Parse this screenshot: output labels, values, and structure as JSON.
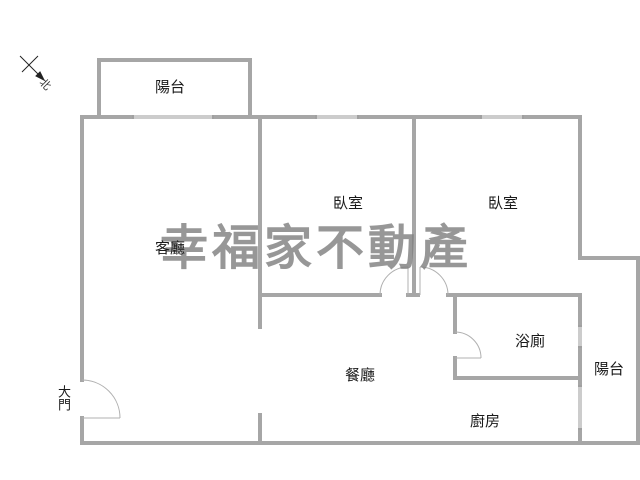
{
  "floorplan": {
    "compass": {
      "label": "北",
      "icon": "north-arrow-icon"
    },
    "watermark": "幸福家不動產",
    "rooms": {
      "balcony_top": "陽台",
      "living_room": "客廳",
      "bedroom_1": "臥室",
      "bedroom_2": "臥室",
      "dining_room": "餐廳",
      "bathroom": "浴廁",
      "balcony_right": "陽台",
      "kitchen": "廚房",
      "main_door": "大門"
    },
    "colors": {
      "wall": "#a6a6a6",
      "door_arc": "#b0b0b0",
      "watermark": "#808080"
    }
  }
}
